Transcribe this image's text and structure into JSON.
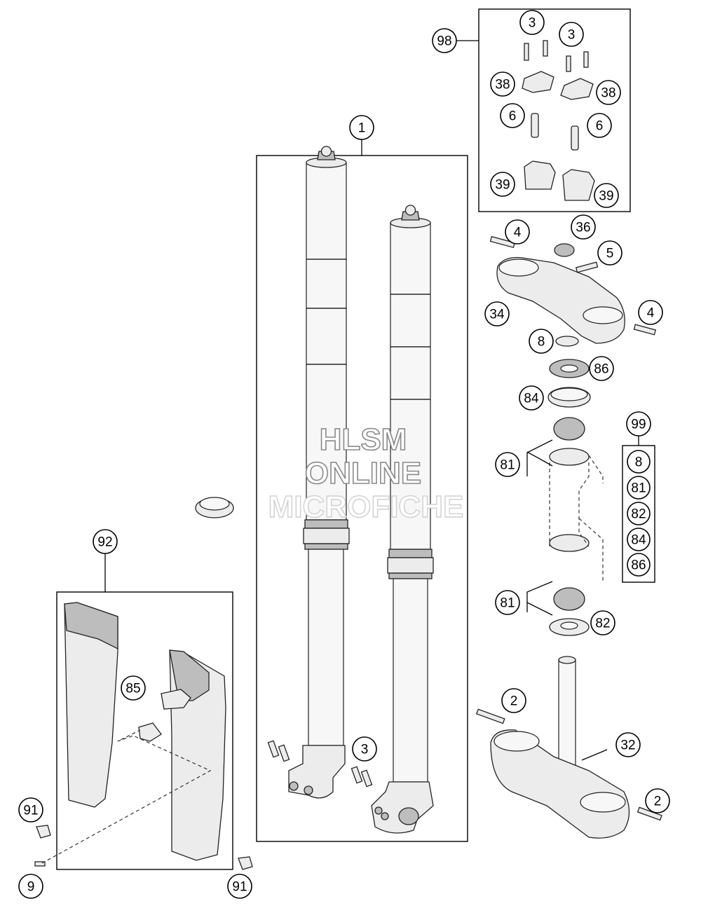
{
  "watermark": {
    "line1": "HLSM",
    "line2": "ONLINE",
    "line3": "MICROFICHE"
  },
  "callouts": {
    "c1": "1",
    "c2a": "2",
    "c2b": "2",
    "c3a": "3",
    "c3b": "3",
    "c3c": "3",
    "c4a": "4",
    "c4b": "4",
    "c5": "5",
    "c6a": "6",
    "c6b": "6",
    "c8a": "8",
    "c9": "9",
    "c32": "32",
    "c34": "34",
    "c36": "36",
    "c38a": "38",
    "c38b": "38",
    "c39a": "39",
    "c39b": "39",
    "c81a": "81",
    "c81b": "81",
    "c82": "82",
    "c84": "84",
    "c85": "85",
    "c86": "86",
    "c91a": "91",
    "c91b": "91",
    "c92": "92",
    "c98": "98",
    "c99": "99"
  },
  "kit99": [
    "8",
    "81",
    "82",
    "84",
    "86"
  ]
}
